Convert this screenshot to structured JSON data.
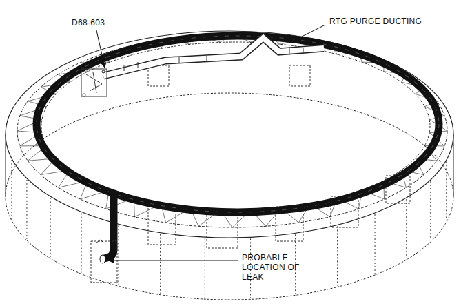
{
  "diagram": {
    "labels": [
      "D68-603",
      "RTG PURGE DUCTING",
      "PROBABLE LOCATION OF LEAK"
    ]
  }
}
